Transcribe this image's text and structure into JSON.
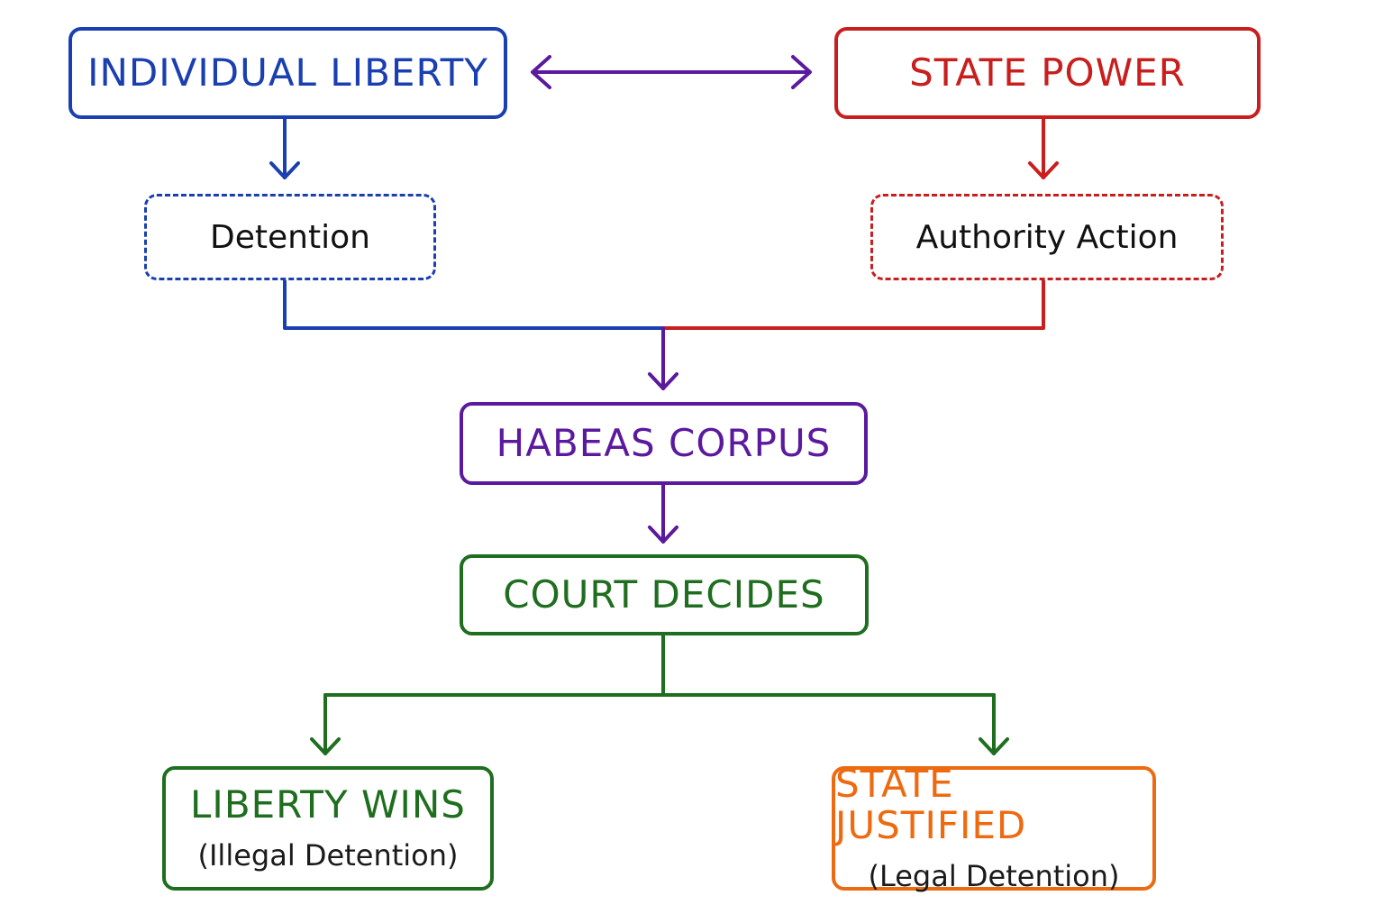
{
  "colors": {
    "liberty_blue": "#1a3fb0",
    "state_red": "#c81e1e",
    "habeas_purple": "#5b1a9e",
    "court_green": "#1f6e1f",
    "justified_orange": "#ee6a10"
  },
  "nodes": {
    "individual_liberty": "INDIVIDUAL LIBERTY",
    "state_power": "STATE POWER",
    "detention": "Detention",
    "authority_action": "Authority Action",
    "habeas_corpus": "HABEAS CORPUS",
    "court_decides": "COURT DECIDES",
    "liberty_wins": {
      "title": "LIBERTY WINS",
      "subtitle": "(Illegal Detention)"
    },
    "state_justified": {
      "title": "STATE JUSTIFIED",
      "subtitle": "(Legal Detention)"
    }
  },
  "edges": [
    {
      "from": "individual_liberty",
      "to": "state_power",
      "style": "double-arrow"
    },
    {
      "from": "individual_liberty",
      "to": "detention"
    },
    {
      "from": "state_power",
      "to": "authority_action"
    },
    {
      "from": "detention",
      "to": "habeas_corpus"
    },
    {
      "from": "authority_action",
      "to": "habeas_corpus"
    },
    {
      "from": "habeas_corpus",
      "to": "court_decides"
    },
    {
      "from": "court_decides",
      "to": "liberty_wins"
    },
    {
      "from": "court_decides",
      "to": "state_justified"
    }
  ]
}
